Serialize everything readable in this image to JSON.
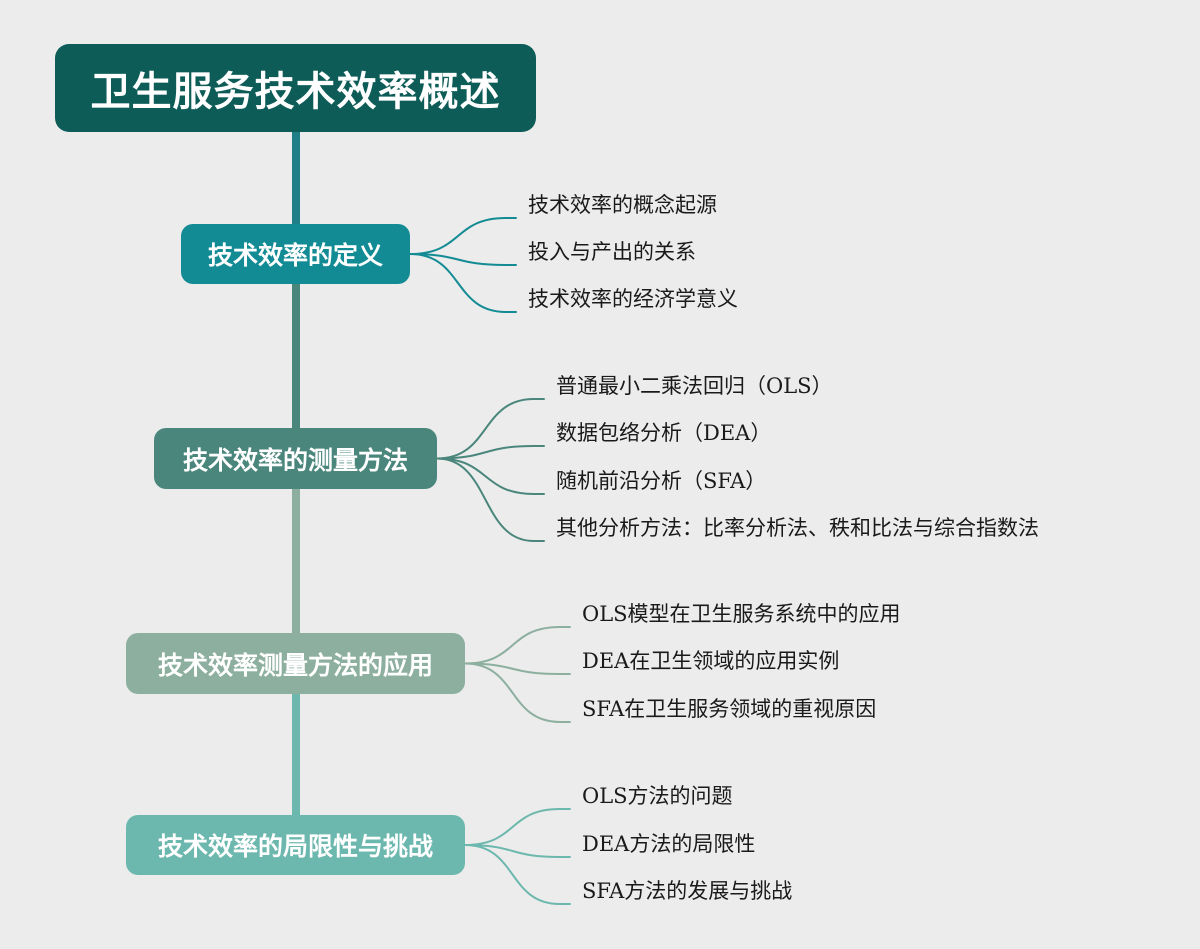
{
  "root": {
    "label": "卫生服务技术效率概述",
    "color": "#0d5c57"
  },
  "trunk_color": "#1f7f88",
  "branches": [
    {
      "label": "技术效率的定义",
      "color": "#138b94",
      "leaves": [
        "技术效率的概念起源",
        "投入与产出的关系",
        "技术效率的经济学意义"
      ]
    },
    {
      "label": "技术效率的测量方法",
      "color": "#4a867c",
      "leaves": [
        "普通最小二乘法回归（OLS）",
        "数据包络分析（DEA）",
        "随机前沿分析（SFA）",
        "其他分析方法：比率分析法、秩和比法与综合指数法"
      ]
    },
    {
      "label": "技术效率测量方法的应用",
      "color": "#8daf9f",
      "leaves": [
        "OLS模型在卫生服务系统中的应用",
        "DEA在卫生领域的应用实例",
        "SFA在卫生服务领域的重视原因"
      ]
    },
    {
      "label": "技术效率的局限性与挑战",
      "color": "#6db8ae",
      "leaves": [
        "OLS方法的问题",
        "DEA方法的局限性",
        "SFA方法的发展与挑战"
      ]
    }
  ]
}
